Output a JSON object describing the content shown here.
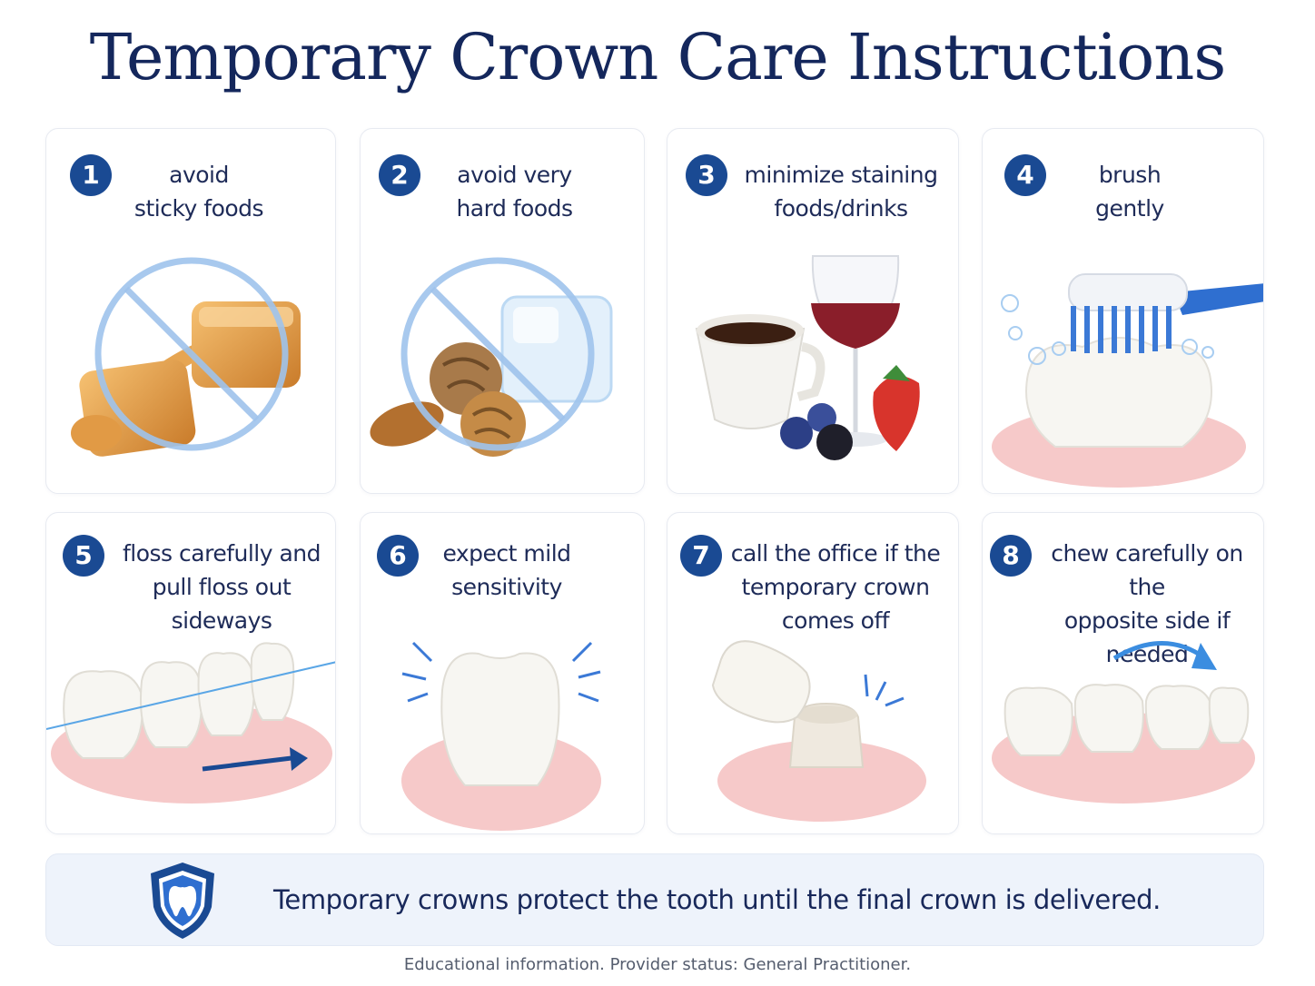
{
  "title": "Temporary Crown Care Instructions",
  "steps": [
    {
      "number": "1",
      "label": "avoid\nsticky foods"
    },
    {
      "number": "2",
      "label": "avoid very\nhard foods"
    },
    {
      "number": "3",
      "label": "minimize staining\nfoods/drinks"
    },
    {
      "number": "4",
      "label": "brush\ngently"
    },
    {
      "number": "5",
      "label": "floss carefully and\npull floss out sideways"
    },
    {
      "number": "6",
      "label": "expect mild\nsensitivity"
    },
    {
      "number": "7",
      "label": "call the office if the\ntemporary crown\ncomes off"
    },
    {
      "number": "8",
      "label": "chew carefully on the\nopposite side if needed"
    }
  ],
  "banner": {
    "icon": "tooth-shield-icon",
    "text": "Temporary crowns protect the tooth until the final crown is delivered."
  },
  "footer": "Educational information. Provider status: General Practitioner.",
  "colors": {
    "badge": "#1a4a93",
    "title": "#14275c",
    "banner_bg": "#eef3fb",
    "accent_blue": "#2f6fd0"
  }
}
